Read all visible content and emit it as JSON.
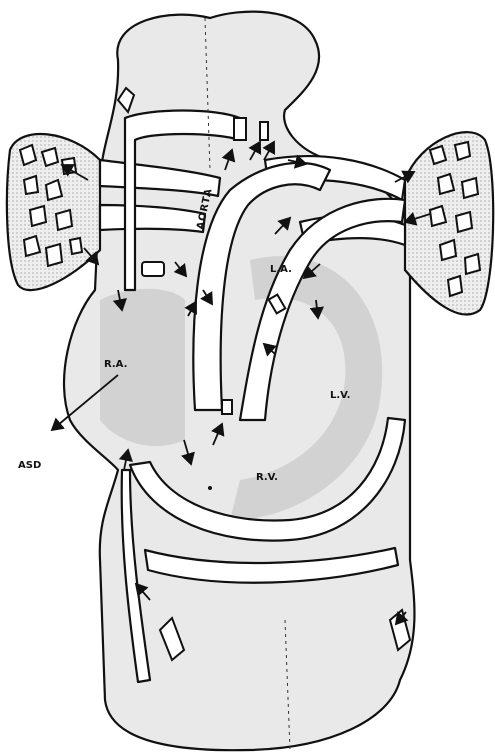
{
  "labels": {
    "aorta": "AORTA",
    "la": "L.A.",
    "ra": "R.A.",
    "lv": "L.V.",
    "rv": "R.V.",
    "asd": "ASD"
  },
  "colors": {
    "ink": "#111111",
    "stipple": "#e9e9e9",
    "stipple_dark": "#d2d2d2",
    "paper": "#ffffff"
  }
}
